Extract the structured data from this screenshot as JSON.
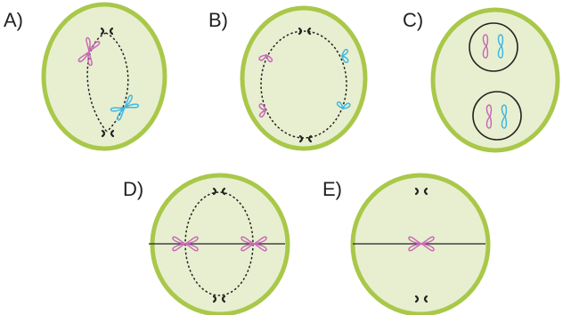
{
  "panels": [
    {
      "id": "A",
      "label": "A)"
    },
    {
      "id": "B",
      "label": "B)"
    },
    {
      "id": "C",
      "label": "C)"
    },
    {
      "id": "D",
      "label": "D)"
    },
    {
      "id": "E",
      "label": "E)"
    }
  ],
  "colors": {
    "cell_fill": "#e8efd0",
    "cell_border": "#a9c84a",
    "chromosome_pink": "#c86ab8",
    "chromosome_blue": "#3fb8e2",
    "outline": "#222222"
  }
}
